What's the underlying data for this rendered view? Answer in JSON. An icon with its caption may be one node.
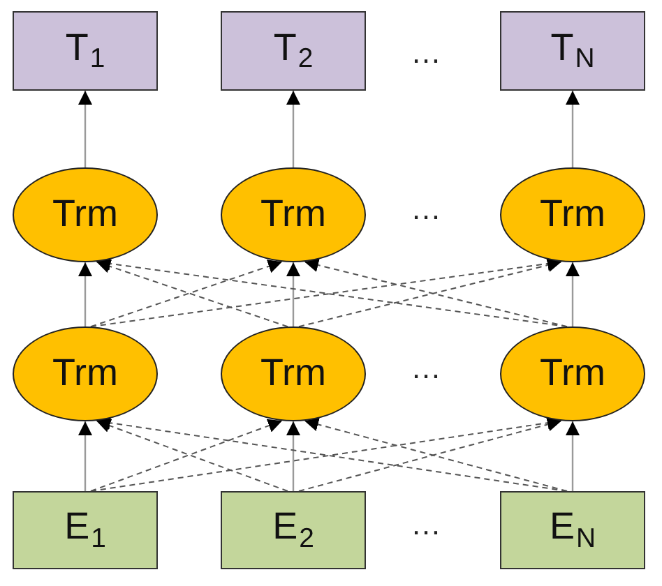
{
  "diagram": {
    "nodes": [
      {
        "text": [
          "T$_{1}$"
        ]
      },
      {
        "text": [
          "T$_{2}$"
        ]
      },
      {
        "text": [
          "T$_{N}$"
        ]
      },
      {
        "text": [
          "Trm"
        ]
      },
      {
        "text": [
          "Trm"
        ]
      },
      {
        "text": [
          "Trm"
        ]
      },
      {
        "text": [
          "Trm"
        ]
      },
      {
        "text": [
          "Trm"
        ]
      },
      {
        "text": [
          "Trm"
        ]
      },
      {
        "text": [
          "E$_{1}$"
        ]
      },
      {
        "text": [
          "E$_{2}$"
        ]
      },
      {
        "text": [
          "E$_{N}$"
        ]
      }
    ],
    "edges": [
      {
        "from": 3,
        "to": 0,
        "arrow": "to"
      },
      {
        "from": 4,
        "to": 1,
        "arrow": "to"
      },
      {
        "from": 5,
        "to": 2,
        "arrow": "to"
      },
      {
        "from": 6,
        "to": 3,
        "arrow": "to"
      },
      {
        "from": 6,
        "to": 4,
        "arrow": "to",
        "style": "dashed"
      },
      {
        "from": 6,
        "to": 5,
        "arrow": "to",
        "style": "dashed"
      },
      {
        "from": 7,
        "to": 3,
        "arrow": "to",
        "style": "dashed"
      },
      {
        "from": 7,
        "to": 4,
        "arrow": "to"
      },
      {
        "from": 7,
        "to": 5,
        "arrow": "to",
        "style": "dashed"
      },
      {
        "from": 8,
        "to": 3,
        "arrow": "to",
        "style": "dashed"
      },
      {
        "from": 8,
        "to": 4,
        "arrow": "to",
        "style": "dashed"
      },
      {
        "from": 8,
        "to": 5,
        "arrow": "to"
      },
      {
        "from": 9,
        "to": 6,
        "arrow": "to"
      },
      {
        "from": 9,
        "to": 7,
        "arrow": "to",
        "style": "dashed"
      },
      {
        "from": 9,
        "to": 8,
        "arrow": "to",
        "style": "dashed"
      },
      {
        "from": 10,
        "to": 6,
        "arrow": "to",
        "style": "dashed"
      },
      {
        "from": 10,
        "to": 7,
        "arrow": "to"
      },
      {
        "from": 10,
        "to": 8,
        "arrow": "to",
        "style": "dashed"
      },
      {
        "from": 11,
        "to": 6,
        "arrow": "to",
        "style": "dashed"
      },
      {
        "from": 11,
        "to": 7,
        "arrow": "to",
        "style": "dashed"
      },
      {
        "from": 11,
        "to": 8,
        "arrow": "to"
      }
    ],
    "labels": [
      "…",
      "…",
      "…",
      "…"
    ]
  }
}
